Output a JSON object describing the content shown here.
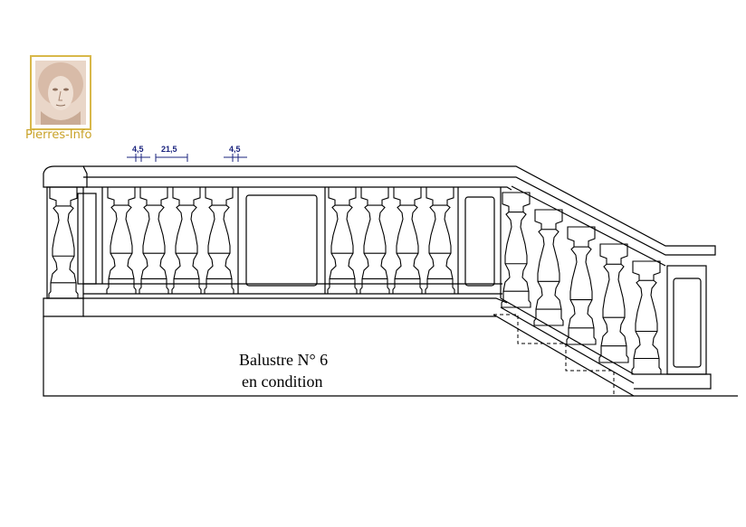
{
  "logo": {
    "brand": "Pierres-Info",
    "image": "sculpted-head-keystone"
  },
  "dimensions": [
    "4,5",
    "21,5",
    "4,5"
  ],
  "caption": {
    "line1": "Balustre N° 6",
    "line2": "en condition"
  },
  "colors": {
    "line": "#000000",
    "dimension": "#1a237e",
    "brand": "#c9a227"
  }
}
